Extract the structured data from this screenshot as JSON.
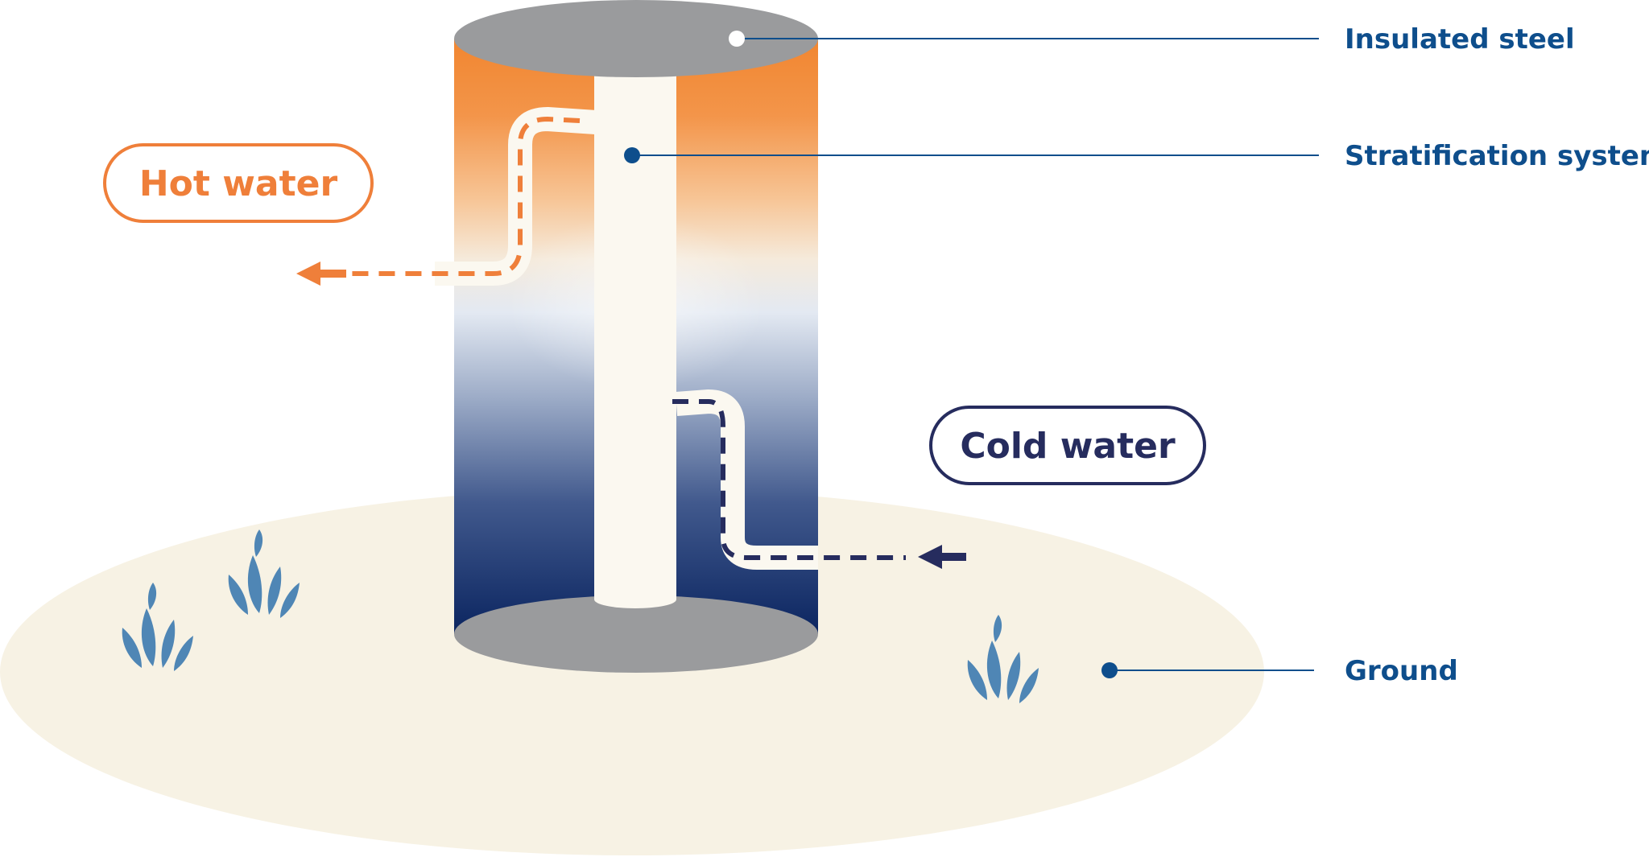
{
  "labels": {
    "insulated_steel": "Insulated steel",
    "stratification_system": "Stratification system",
    "ground": "Ground",
    "hot_water": "Hot water",
    "cold_water": "Cold water"
  },
  "colors": {
    "callout": "#0e4e8c",
    "hot": "#ef7f3a",
    "cold": "#262c5e",
    "steel": "#9a9b9d",
    "ground": "#f7f2e4",
    "grass": "#4f86b5",
    "pipe": "#fbf8f0"
  },
  "icons": [
    "grass-tuft-icon",
    "hot-water-outlet-arrow-icon",
    "cold-water-inlet-arrow-icon"
  ]
}
